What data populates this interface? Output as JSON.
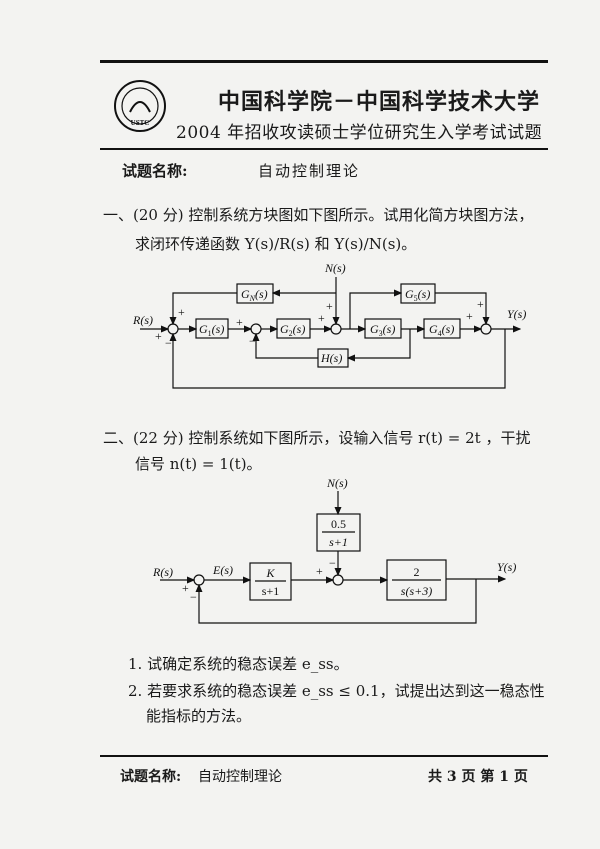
{
  "header": {
    "logo_text": "USTC",
    "title": "中国科学院－中国科学技术大学",
    "subtitle": "2004 年招收攻读硕士学位研究生入学考试试题"
  },
  "subject": {
    "label": "试题名称:",
    "value": "自动控制理论"
  },
  "q1": {
    "line1": "一、(20 分) 控制系统方块图如下图所示。试用化简方块图方法，",
    "line2": "求闭环传递函数 Y(s)/R(s) 和 Y(s)/N(s)。",
    "diagram": {
      "R": "R(s)",
      "N": "N(s)",
      "Y": "Y(s)",
      "G1": {
        "name": "G",
        "sub": "1",
        "arg": "(s)"
      },
      "G2": {
        "name": "G",
        "sub": "2",
        "arg": "(s)"
      },
      "G3": {
        "name": "G",
        "sub": "3",
        "arg": "(s)"
      },
      "G4": {
        "name": "G",
        "sub": "4",
        "arg": "(s)"
      },
      "G5": {
        "name": "G",
        "sub": "5",
        "arg": "(s)"
      },
      "GN": {
        "name": "G",
        "sub": "N",
        "arg": "(s)"
      },
      "H": "H(s)",
      "plus": "+",
      "minus": "−"
    }
  },
  "q2": {
    "line1": "二、(22 分) 控制系统如下图所示，设输入信号 r(t) = 2t ，干扰",
    "line2": "信号 n(t) = 1(t)。",
    "diagram": {
      "R": "R(s)",
      "E": "E(s)",
      "N": "N(s)",
      "Y": "Y(s)",
      "controller": {
        "num": "K",
        "den": "s+1"
      },
      "disturbance": {
        "num": "0.5",
        "den": "s+1"
      },
      "plant": {
        "num": "2",
        "den": "s(s+3)"
      },
      "plus": "+",
      "minus": "−"
    },
    "items": [
      "1. 试确定系统的稳态误差 e_ss。",
      "2. 若要求系统的稳态误差 e_ss ≤ 0.1，试提出达到这一稳态性",
      "能指标的方法。"
    ]
  },
  "footer": {
    "subject_label": "试题名称:",
    "subject": "自动控制理论",
    "pages": "共 3 页  第 1 页"
  }
}
